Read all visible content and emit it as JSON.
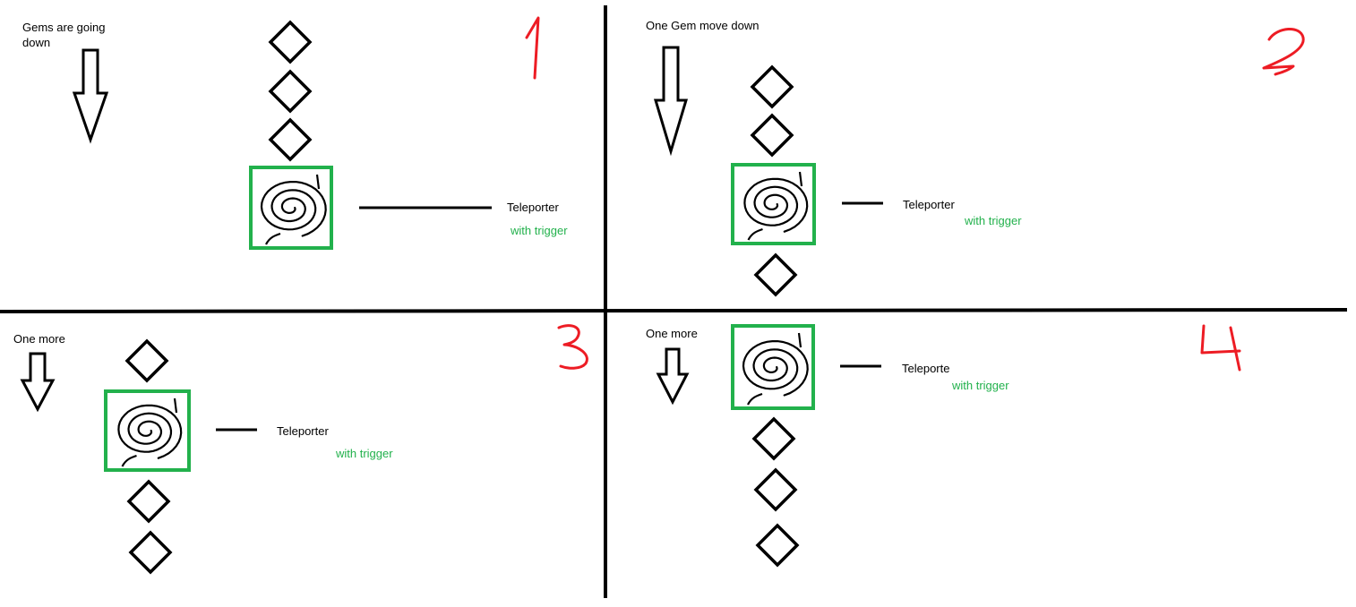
{
  "colors": {
    "stroke": "#000000",
    "teleporter_frame": "#22b14c",
    "panel_number": "#ed1c24",
    "trigger_text": "#22b14c"
  },
  "panels": [
    {
      "id": 1,
      "number": "1",
      "caption": "Gems are going down",
      "teleporter_label": "Teleporter",
      "trigger_label": "with trigger",
      "gems_above": 3,
      "gems_below": 0
    },
    {
      "id": 2,
      "number": "2",
      "caption": "One Gem move down",
      "teleporter_label": "Teleporter",
      "trigger_label": "with trigger",
      "gems_above": 2,
      "gems_below": 1
    },
    {
      "id": 3,
      "number": "3",
      "caption": "One more",
      "teleporter_label": "Teleporter",
      "trigger_label": "with trigger",
      "gems_above": 1,
      "gems_below": 2
    },
    {
      "id": 4,
      "number": "4",
      "caption": "One more",
      "teleporter_label": "Teleporte",
      "trigger_label": "with trigger",
      "gems_above": 0,
      "gems_below": 3
    }
  ],
  "icons": {
    "gem": "diamond-outline",
    "teleporter": "spiral-portal",
    "direction": "down-arrow"
  }
}
